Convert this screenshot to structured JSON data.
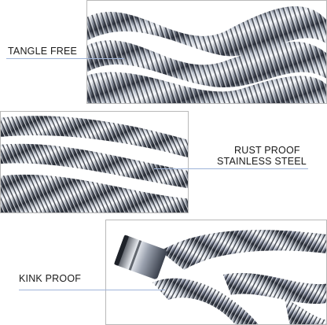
{
  "features": [
    {
      "label": "TANGLE FREE"
    },
    {
      "label_lines": [
        "RUST PROOF",
        "STAINLESS STEEL"
      ]
    },
    {
      "label": "KINK PROOF"
    }
  ],
  "colors": {
    "background": "#ffffff",
    "frame": "#b9b9b9",
    "text": "#1a1a1a",
    "leader_line": "#9fb4d9",
    "chrome_dark": "#2e3340",
    "chrome_light": "#f4f6fa"
  }
}
